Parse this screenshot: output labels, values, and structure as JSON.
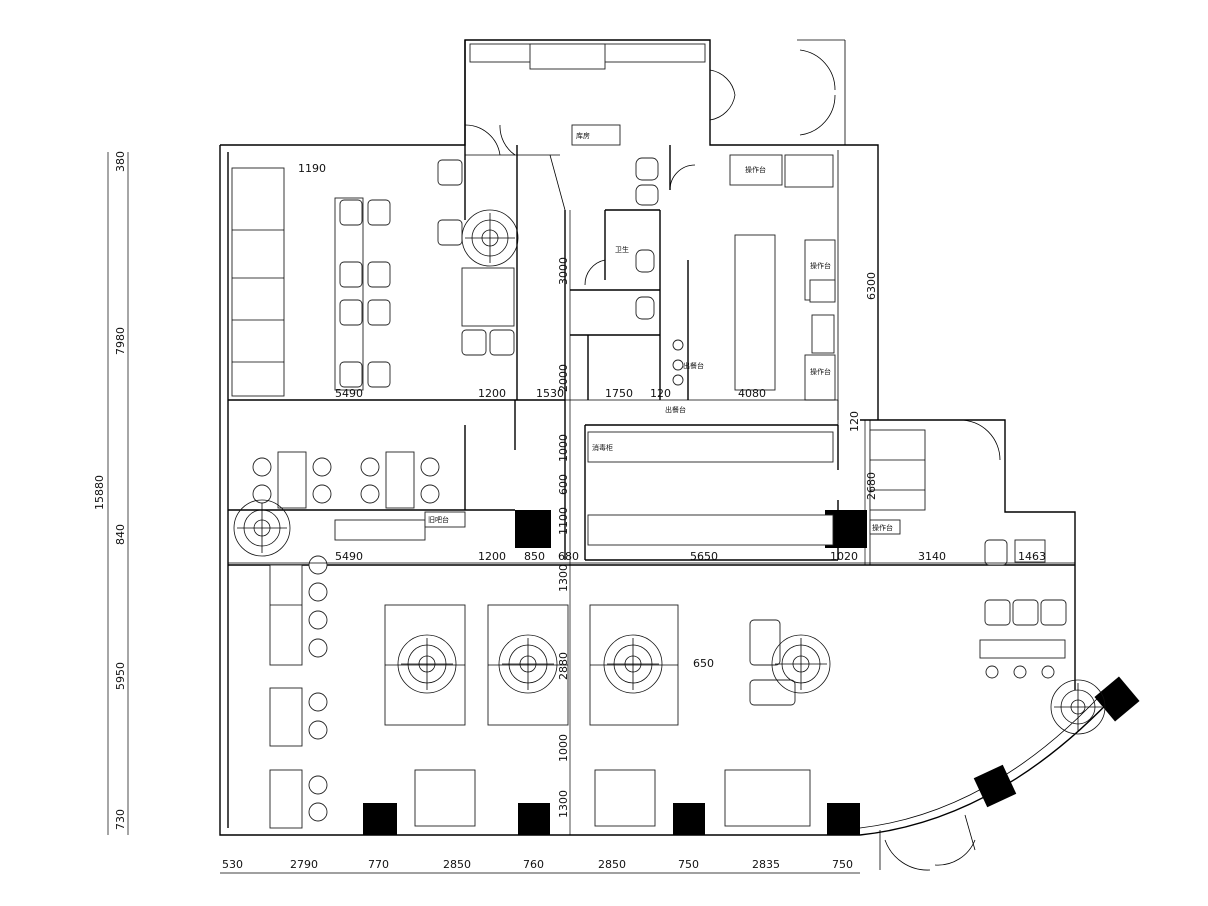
{
  "dimensions": {
    "bottom": [
      "530",
      "2790",
      "770",
      "2850",
      "760",
      "2850",
      "750",
      "2835",
      "750"
    ],
    "left_inner": [
      "380",
      "7980",
      "840",
      "5950",
      "730"
    ],
    "left_total": "15880",
    "right": [
      "6300",
      "120",
      "2680"
    ],
    "mid_row": [
      "5490",
      "1200",
      "850",
      "680",
      "5650",
      "1020",
      "3140",
      "1463"
    ],
    "upper_row": [
      "5490",
      "1200",
      "1530",
      "1750",
      "120",
      "4080"
    ],
    "top_width": "1190",
    "vertical_center": [
      "3000",
      "2000",
      "1000",
      "600",
      "1100",
      "1300",
      "2880",
      "1000",
      "1300"
    ],
    "right_mid": "650"
  },
  "labels": {
    "prep_table_1": "操作台",
    "prep_table_2": "操作台",
    "prep_table_3": "操作台",
    "outdoor_table": "操作台",
    "counter_1": "出餐台",
    "counter_2": "出餐台",
    "disinfect": "消毒柜",
    "restroom": "卫生",
    "side_board": "旧吧台",
    "warehouse": "库房"
  }
}
